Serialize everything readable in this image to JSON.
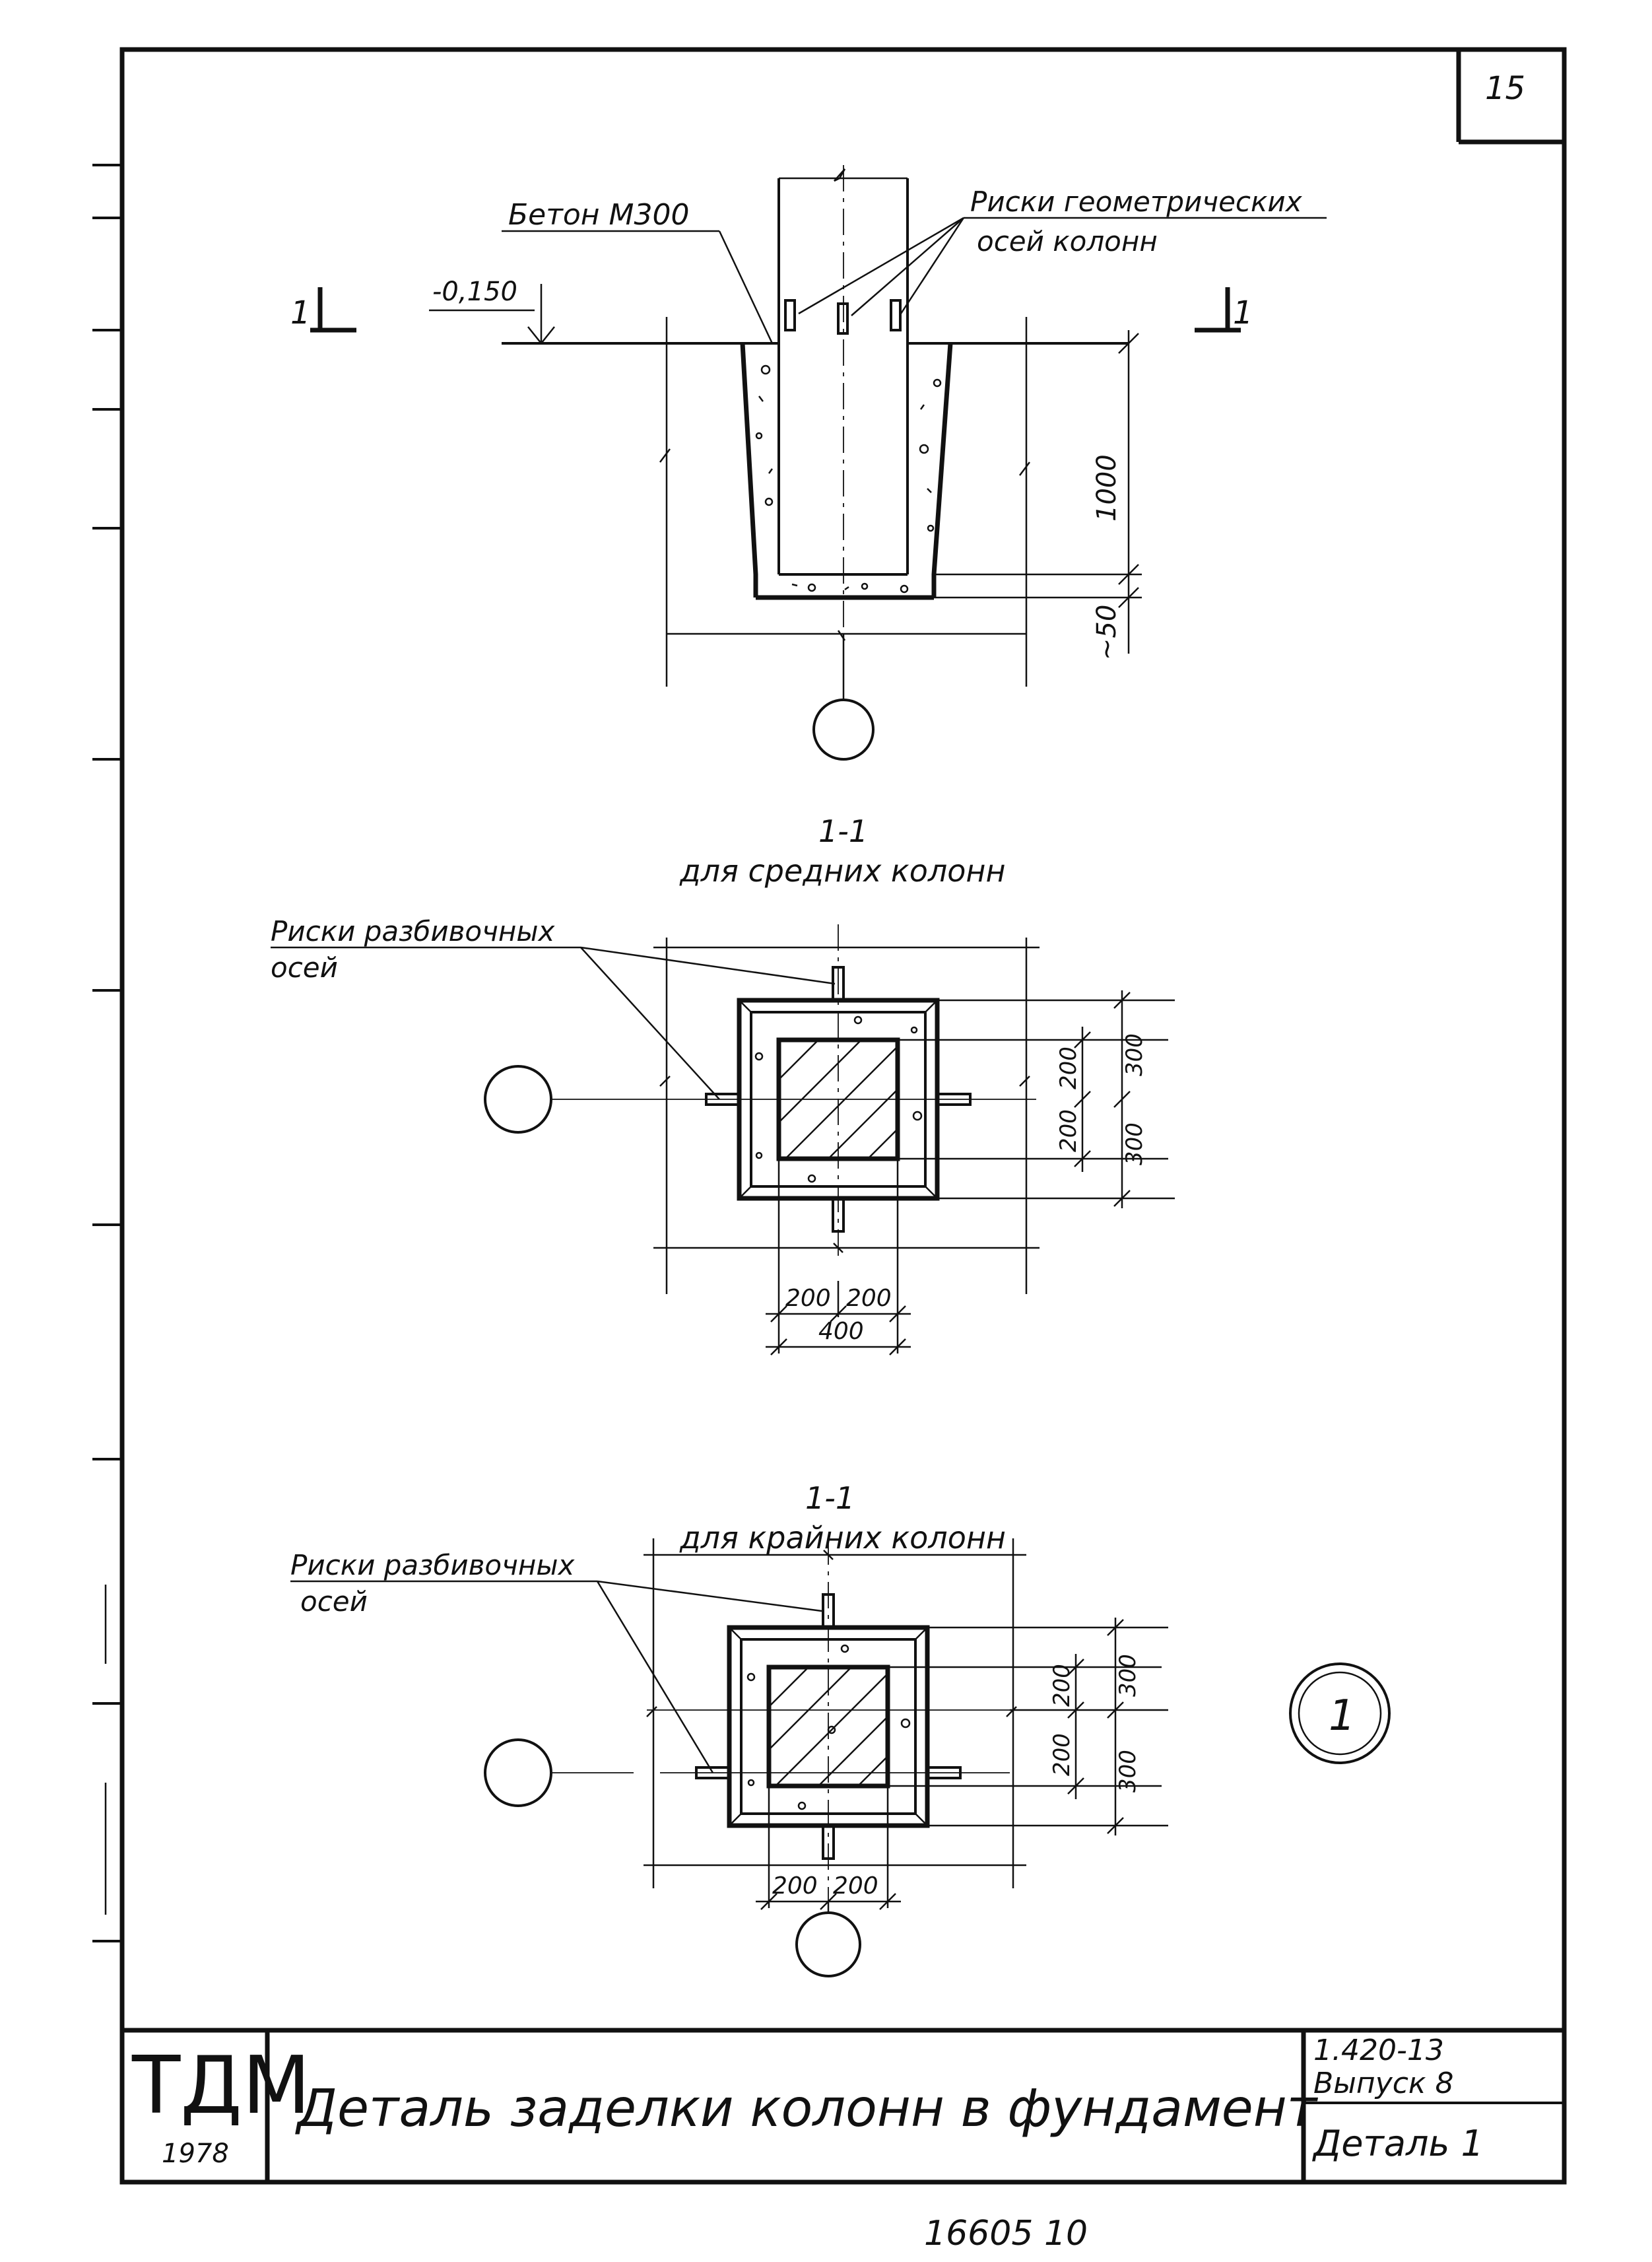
{
  "sheet": {
    "page_number": "15",
    "stamp_code": "16605  10"
  },
  "elevation": {
    "concrete_label": "Бетон М300",
    "marks_label_line1": "Риски геометрических",
    "marks_label_line2": "осей колонн",
    "level_mark": "-0,150",
    "section_mark_left": "1",
    "section_mark_right": "1",
    "dim_depth": "1000",
    "dim_bottom": "~50"
  },
  "section_middle": {
    "title": "1-1",
    "subtitle": "для средних колонн",
    "marks_label_line1": "Риски разбивочных",
    "marks_label_line2": "осей",
    "dim_right_inner_top": "200",
    "dim_right_inner_bottom": "200",
    "dim_right_outer_top": "300",
    "dim_right_outer_bottom": "300",
    "dim_bottom_left": "200",
    "dim_bottom_right": "200",
    "dim_bottom_total": "400"
  },
  "section_edge": {
    "title": "1-1",
    "subtitle": "для крайних колонн",
    "marks_label_line1": "Риски разбивочных",
    "marks_label_line2": "осей",
    "dim_right_inner_top": "200",
    "dim_right_inner_bottom": "200",
    "dim_right_outer_top": "300",
    "dim_right_outer_bottom": "300",
    "dim_bottom_left": "200",
    "dim_bottom_right": "200",
    "detail_number": "1"
  },
  "title_block": {
    "org": "ТДМ",
    "year": "1978",
    "title": "Деталь заделки колонн в фундамент",
    "series_code": "1.420-13",
    "issue": "Выпуск 8",
    "detail": "Деталь 1"
  }
}
